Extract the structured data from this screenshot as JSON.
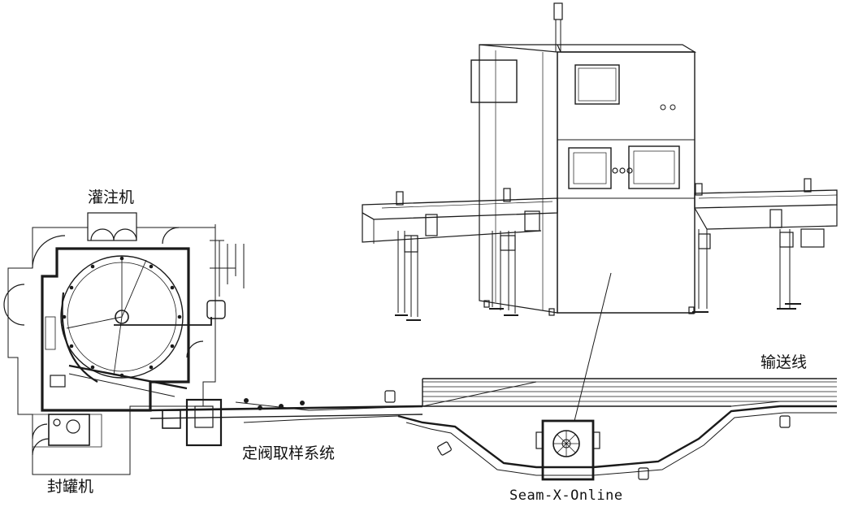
{
  "labels": {
    "filler": "灌注机",
    "seamer": "封罐机",
    "conveyor": "输送线",
    "sampling_system": "定阀取样系统",
    "inspector": "Seam-X-Online"
  },
  "colors": {
    "line": "#1a1a1a",
    "background": "#ffffff"
  }
}
